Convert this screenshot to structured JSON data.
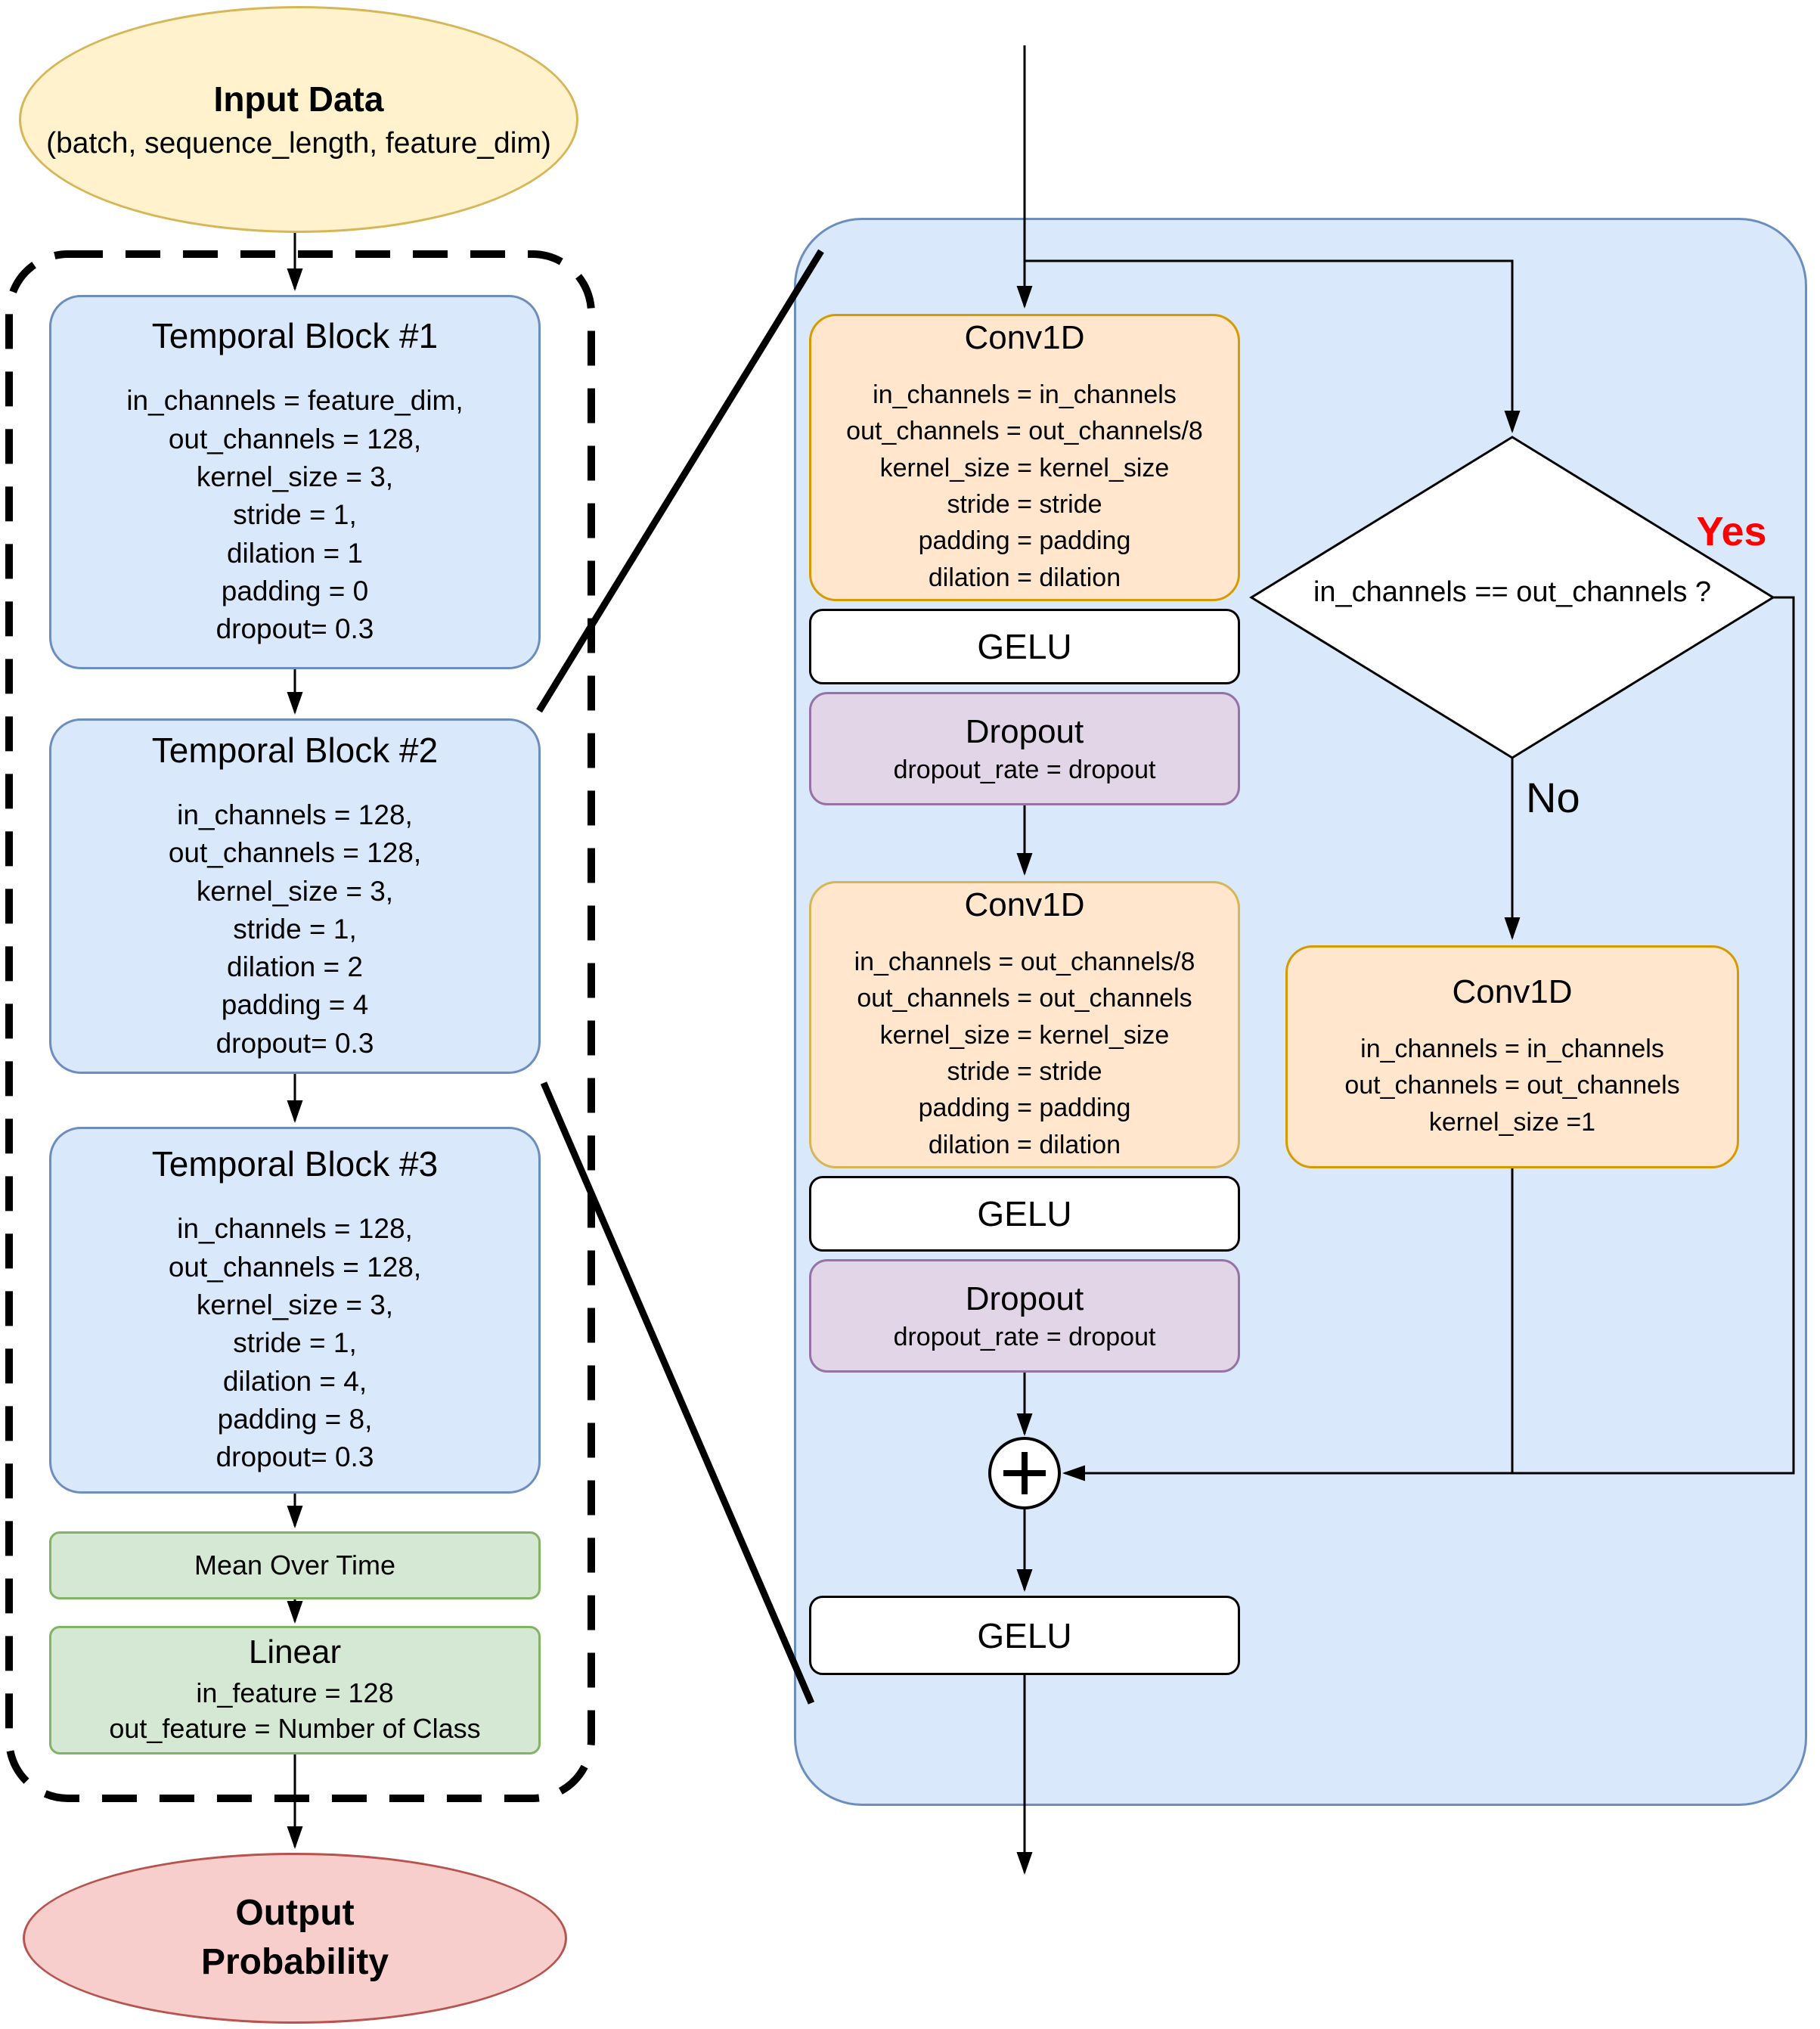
{
  "left": {
    "input": {
      "title": "Input Data",
      "subtitle": "(batch, sequence_length, feature_dim)"
    },
    "blocks": [
      {
        "title": "Temporal Block #1",
        "params": [
          "in_channels = feature_dim,",
          "out_channels = 128,",
          "kernel_size = 3,",
          "stride = 1,",
          "dilation = 1",
          "padding = 0",
          "dropout= 0.3"
        ]
      },
      {
        "title": "Temporal Block #2",
        "params": [
          "in_channels = 128,",
          "out_channels = 128,",
          "kernel_size = 3,",
          "stride = 1,",
          "dilation = 2",
          "padding = 4",
          "dropout= 0.3"
        ]
      },
      {
        "title": "Temporal Block #3",
        "params": [
          "in_channels = 128,",
          "out_channels = 128,",
          "kernel_size = 3,",
          "stride = 1,",
          "dilation = 4,",
          "padding = 8,",
          "dropout= 0.3"
        ]
      }
    ],
    "mean": {
      "label": "Mean Over Time"
    },
    "linear": {
      "title": "Linear",
      "params": [
        "in_feature = 128",
        "out_feature = Number of Class"
      ]
    },
    "output": {
      "line1": "Output",
      "line2": "Probability"
    }
  },
  "right": {
    "conv1": {
      "title": "Conv1D",
      "params": [
        "in_channels = in_channels",
        "out_channels = out_channels/8",
        "kernel_size = kernel_size",
        "stride = stride",
        "padding = padding",
        "dilation = dilation"
      ]
    },
    "gelu1": {
      "label": "GELU"
    },
    "dropout1": {
      "title": "Dropout",
      "subtitle": "dropout_rate = dropout"
    },
    "conv2": {
      "title": "Conv1D",
      "params": [
        "in_channels = out_channels/8",
        "out_channels = out_channels",
        "kernel_size = kernel_size",
        "stride = stride",
        "padding = padding",
        "dilation = dilation"
      ]
    },
    "gelu2": {
      "label": "GELU"
    },
    "dropout2": {
      "title": "Dropout",
      "subtitle": "dropout_rate = dropout"
    },
    "decision": {
      "label": "in_channels == out_channels ?",
      "yes": "Yes",
      "no": "No"
    },
    "conv3": {
      "title": "Conv1D",
      "params": [
        "in_channels = in_channels",
        "out_channels = out_channels",
        "kernel_size =1"
      ]
    },
    "add_node": "+",
    "gelu3": {
      "label": "GELU"
    }
  },
  "colors": {
    "input_fill": "#fff2cc",
    "input_stroke": "#d6b656",
    "block_fill": "#dae8fc",
    "block_stroke": "#6c8ebf",
    "green_fill": "#d5e8d4",
    "green_stroke": "#82b366",
    "output_fill": "#f8cecc",
    "output_stroke": "#b85450",
    "conv_fill": "#ffe6cc",
    "conv_stroke": "#d79b00",
    "dropout_fill": "#e1d5e7",
    "dropout_stroke": "#9673a6",
    "yes_color": "#ff0000"
  }
}
